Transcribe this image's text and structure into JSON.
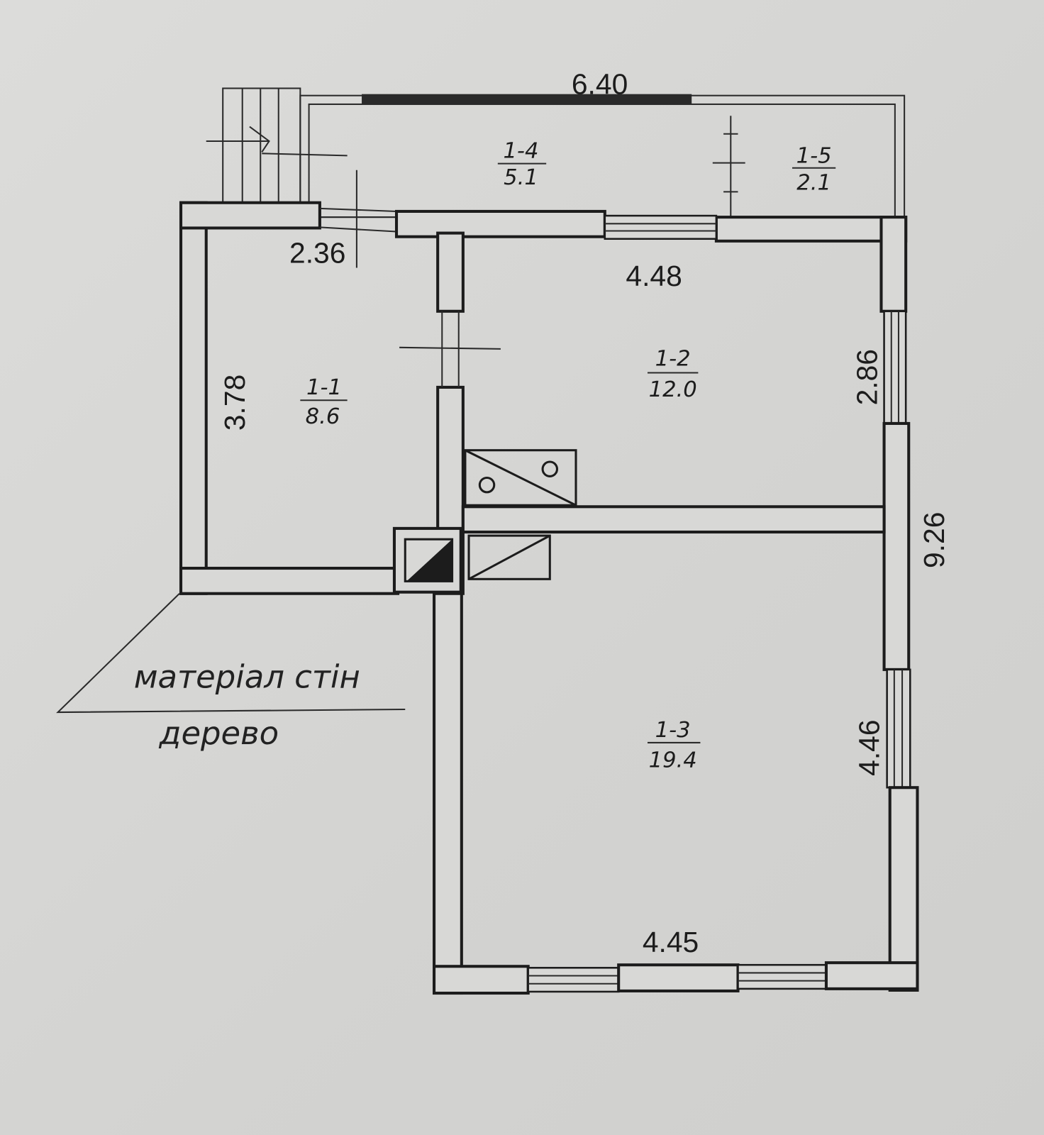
{
  "dimensions": {
    "veranda_width": "6.40",
    "room_1_1_width": "2.36",
    "room_1_2_width": "4.48",
    "room_1_1_height": "3.78",
    "room_1_2_height": "2.86",
    "total_height": "9.26",
    "room_1_3_height": "4.46",
    "room_1_3_width": "4.45"
  },
  "rooms": [
    {
      "id": "1-1",
      "area": "8.6"
    },
    {
      "id": "1-2",
      "area": "12.0"
    },
    {
      "id": "1-3",
      "area": "19.4"
    },
    {
      "id": "1-4",
      "area": "5.1"
    },
    {
      "id": "1-5",
      "area": "2.1"
    }
  ],
  "legend": {
    "label": "матеріал стін",
    "value": "дерево"
  },
  "colors": {
    "ink": "#1c1c1c",
    "paper": "#d6d6d4"
  }
}
